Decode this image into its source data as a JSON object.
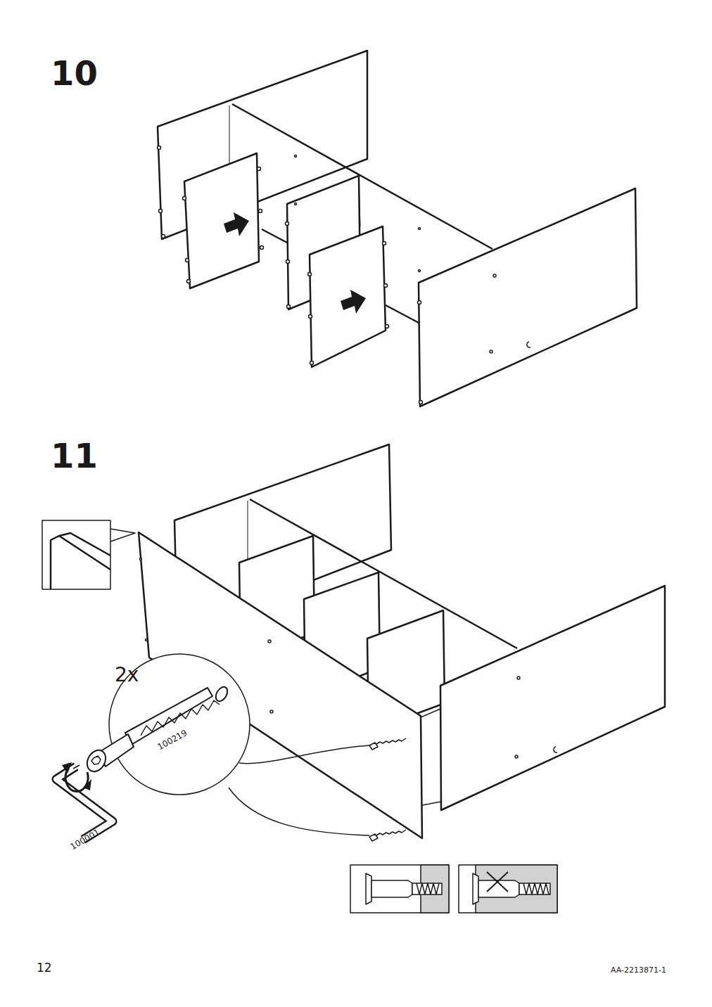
{
  "diagram": {
    "labels": [
      "10",
      "11",
      "2x",
      "100219",
      "100001",
      "12",
      "AA-2213871-1"
    ]
  }
}
